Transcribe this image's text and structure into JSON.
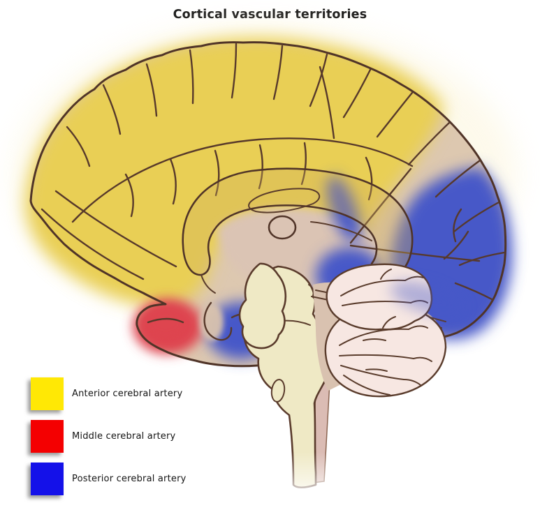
{
  "title": "Cortical vascular territories",
  "legend": {
    "items": [
      {
        "id": "anterior-cerebral-artery",
        "label": "Anterior cerebral artery",
        "color": "#ffe805"
      },
      {
        "id": "middle-cerebral-artery",
        "label": "Middle cerebral artery",
        "color": "#f40001"
      },
      {
        "id": "posterior-cerebral-artery",
        "label": "Posterior cerebral artery",
        "color": "#1411e9"
      }
    ]
  },
  "illustration": {
    "subject": "mid-sagittal brain section with cortical vascular territories shaded",
    "territory_colors": {
      "anterior": "#e9cf55",
      "middle": "#de4450",
      "posterior": "#4659c8"
    },
    "structure_colors": {
      "cortex_base": "#ddc8b0",
      "deep_structures": "#dbc4b4",
      "brainstem": "#efe9c5",
      "cerebellum": "#f7e7e2",
      "cerebellum_backdrop": "#d9c2b0",
      "spinal_strip": "#dbbcb4",
      "outline": "#503428",
      "halo": "#faf0c8"
    }
  }
}
